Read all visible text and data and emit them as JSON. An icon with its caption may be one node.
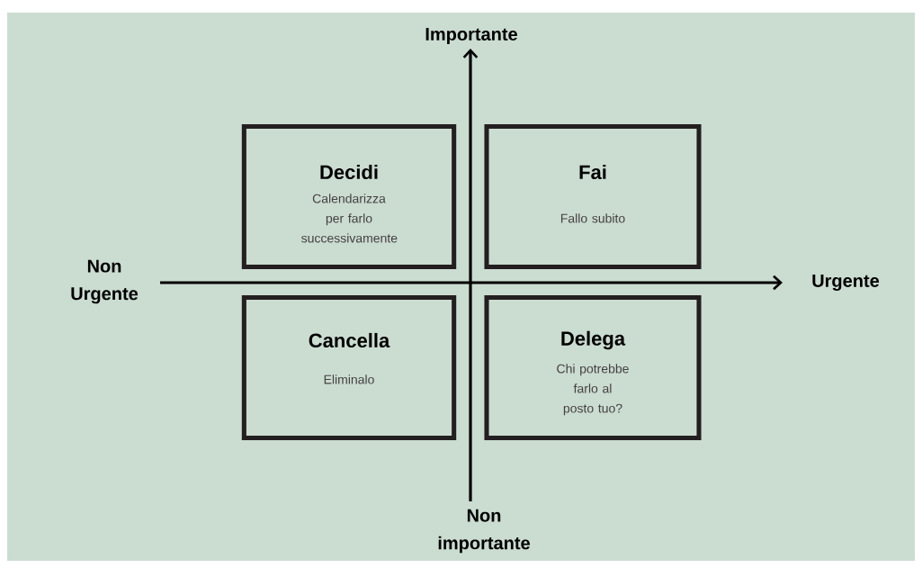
{
  "diagram": {
    "nodes": [
      {
        "text": [
          "Decidi",
          "Calendarizza per farlo successivamente"
        ]
      },
      {
        "text": [
          "Fai",
          "Fallo subito"
        ]
      },
      {
        "text": [
          "Cancella",
          "Eliminalo"
        ]
      },
      {
        "text": [
          "Delega",
          "Chi potrebbe farlo al posto tuo?"
        ]
      }
    ],
    "labels": [
      "Importante",
      "Non Urgente",
      "Urgente",
      "Non importante"
    ]
  }
}
